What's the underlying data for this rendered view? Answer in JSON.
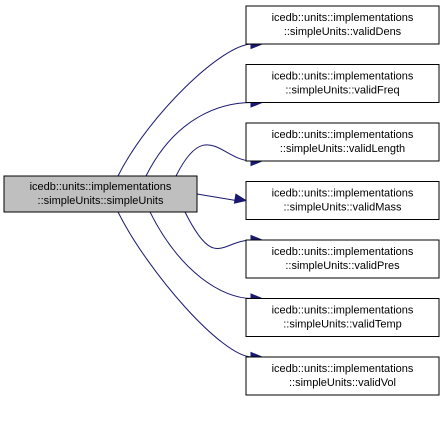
{
  "graph": {
    "source": {
      "line1": "icedb::units::implementations",
      "line2": "::simpleUnits::simpleUnits",
      "fill": "#bfbfbf"
    },
    "targets": [
      {
        "line1": "icedb::units::implementations",
        "line2": "::simpleUnits::validDens"
      },
      {
        "line1": "icedb::units::implementations",
        "line2": "::simpleUnits::validFreq"
      },
      {
        "line1": "icedb::units::implementations",
        "line2": "::simpleUnits::validLength"
      },
      {
        "line1": "icedb::units::implementations",
        "line2": "::simpleUnits::validMass"
      },
      {
        "line1": "icedb::units::implementations",
        "line2": "::simpleUnits::validPres"
      },
      {
        "line1": "icedb::units::implementations",
        "line2": "::simpleUnits::validTemp"
      },
      {
        "line1": "icedb::units::implementations",
        "line2": "::simpleUnits::validVol"
      }
    ],
    "target_fill": "#ffffff",
    "edge_color": "#191970"
  }
}
